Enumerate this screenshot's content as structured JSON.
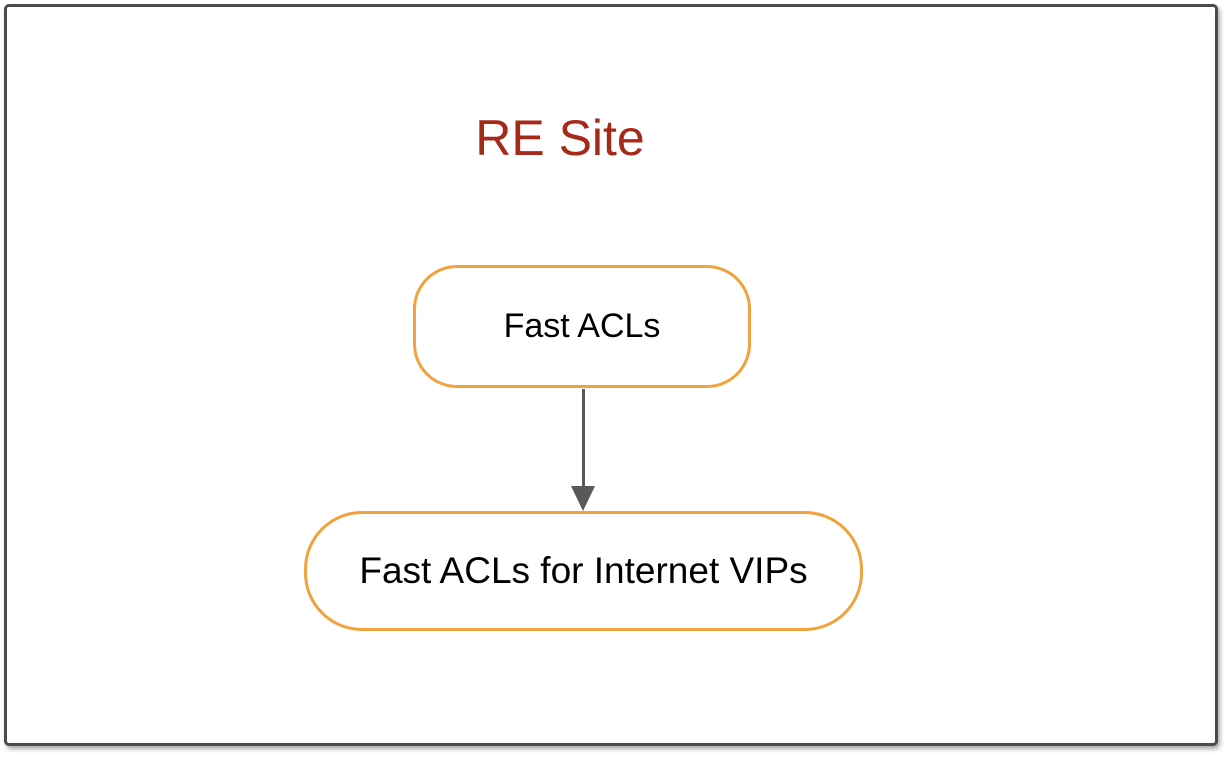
{
  "diagram": {
    "canvas": {
      "background": "#FFFFFF",
      "frame_color": "#4B4B4B"
    },
    "title": {
      "text": "RE Site",
      "color": "#A52A1A"
    },
    "nodes": [
      {
        "id": "fast-acls",
        "label": "Fast ACLs",
        "shape": "rounded-rectangle",
        "border_color": "#F2A23C",
        "fill_color": "#FFFFFF",
        "text_color": "#000000"
      },
      {
        "id": "fast-acls-for-internet-vips",
        "label": "Fast ACLs for Internet VIPs",
        "shape": "rounded-rectangle",
        "border_color": "#F2A23C",
        "fill_color": "#FFFFFF",
        "text_color": "#000000"
      }
    ],
    "edges": [
      {
        "from": "fast-acls",
        "to": "fast-acls-for-internet-vips",
        "style": "solid",
        "arrowhead": "filled-triangle",
        "color": "#595959"
      }
    ]
  }
}
